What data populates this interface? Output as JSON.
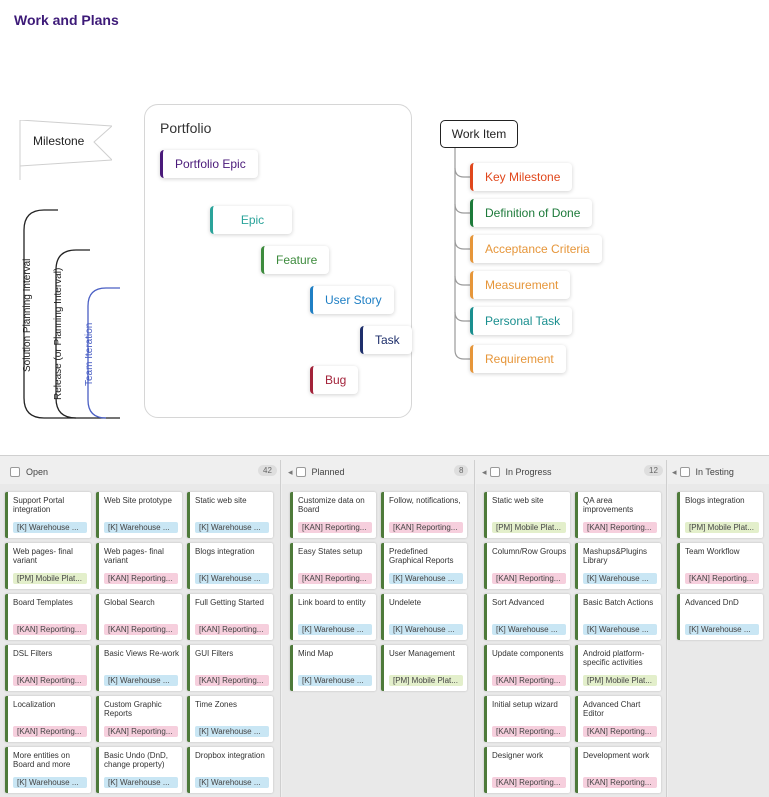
{
  "page_title": "Work and Plans",
  "milestone": "Milestone",
  "portfolio": {
    "label": "Portfolio",
    "nodes": [
      {
        "key": "portfolio_epic",
        "label": "Portfolio Epic",
        "color": "#4a1a7a"
      },
      {
        "key": "epic",
        "label": "Epic",
        "color": "#2aa39a"
      },
      {
        "key": "feature",
        "label": "Feature",
        "color": "#3d8b3d"
      },
      {
        "key": "user_story",
        "label": "User Story",
        "color": "#1f7fc4"
      },
      {
        "key": "task",
        "label": "Task",
        "color": "#1e2f6b"
      },
      {
        "key": "bug",
        "label": "Bug",
        "color": "#a3233a"
      }
    ]
  },
  "work_item": {
    "label": "Work Item",
    "children": [
      {
        "label": "Key Milestone",
        "color": "#e0471c"
      },
      {
        "label": "Definition of Done",
        "color": "#1d7a3a"
      },
      {
        "label": "Acceptance Criteria",
        "color": "#e6963a"
      },
      {
        "label": "Measurement",
        "color": "#e6963a"
      },
      {
        "label": "Personal Task",
        "color": "#1a8f8f"
      },
      {
        "label": "Requirement",
        "color": "#e6963a"
      }
    ]
  },
  "intervals": [
    {
      "label": "Solution Planning Interval",
      "color": "#222222"
    },
    {
      "label": "Release (or Planning Interval)",
      "color": "#222222"
    },
    {
      "label": "Team Iteration",
      "color": "#4a5fc4"
    }
  ],
  "board": {
    "columns": [
      {
        "name": "Open",
        "count": "42"
      },
      {
        "name": "Planned",
        "count": "8"
      },
      {
        "name": "In Progress",
        "count": "12"
      },
      {
        "name": "In Testing",
        "count": ""
      }
    ],
    "cards": [
      {
        "title": "Support Portal integration",
        "tag": "[K] Warehouse ...",
        "tag_type": "wh"
      },
      {
        "title": "Web Site prototype",
        "tag": "[K] Warehouse ...",
        "tag_type": "wh"
      },
      {
        "title": "Static web site",
        "tag": "[K] Warehouse ...",
        "tag_type": "wh"
      },
      {
        "title": "Web pages- final variant",
        "tag": "[PM] Mobile Plat...",
        "tag_type": "pm"
      },
      {
        "title": "Web pages- final variant",
        "tag": "[KAN] Reporting...",
        "tag_type": "kan"
      },
      {
        "title": "Blogs integration",
        "tag": "[K] Warehouse ...",
        "tag_type": "wh"
      },
      {
        "title": "Board Templates",
        "tag": "[KAN] Reporting...",
        "tag_type": "kan"
      },
      {
        "title": "Global Search",
        "tag": "[KAN] Reporting...",
        "tag_type": "kan"
      },
      {
        "title": "Full Getting Started",
        "tag": "[KAN] Reporting...",
        "tag_type": "kan"
      },
      {
        "title": "DSL Filters",
        "tag": "[KAN] Reporting...",
        "tag_type": "kan"
      },
      {
        "title": "Basic Views Re-work",
        "tag": "[K] Warehouse ...",
        "tag_type": "wh"
      },
      {
        "title": "GUI Filters",
        "tag": "[KAN] Reporting...",
        "tag_type": "kan"
      },
      {
        "title": "Localization",
        "tag": "[KAN] Reporting...",
        "tag_type": "kan"
      },
      {
        "title": "Custom Graphic Reports",
        "tag": "[KAN] Reporting...",
        "tag_type": "kan"
      },
      {
        "title": "Time Zones",
        "tag": "[K] Warehouse ...",
        "tag_type": "wh"
      },
      {
        "title": "More entities on Board and more",
        "tag": "[K] Warehouse ...",
        "tag_type": "wh"
      },
      {
        "title": "Basic Undo (DnD, change property)",
        "tag": "[K] Warehouse ...",
        "tag_type": "wh"
      },
      {
        "title": "Dropbox integration",
        "tag": "[K] Warehouse ...",
        "tag_type": "wh"
      },
      {
        "title": "Customize data on Board",
        "tag": "[KAN] Reporting...",
        "tag_type": "kan"
      },
      {
        "title": "Follow, notifications,",
        "tag": "[KAN] Reporting...",
        "tag_type": "kan"
      },
      {
        "title": "Easy States setup",
        "tag": "[KAN] Reporting...",
        "tag_type": "kan"
      },
      {
        "title": "Predefined Graphical Reports",
        "tag": "[K] Warehouse ...",
        "tag_type": "wh"
      },
      {
        "title": "Link board to entity",
        "tag": "[K] Warehouse ...",
        "tag_type": "wh"
      },
      {
        "title": "Undelete",
        "tag": "[K] Warehouse ...",
        "tag_type": "wh"
      },
      {
        "title": "Mind Map",
        "tag": "[K] Warehouse ...",
        "tag_type": "wh"
      },
      {
        "title": "User Management",
        "tag": "[PM] Mobile Plat...",
        "tag_type": "pm"
      },
      {
        "title": "Static web site",
        "tag": "[PM] Mobile Plat...",
        "tag_type": "pm"
      },
      {
        "title": "QA area improvements",
        "tag": "[KAN] Reporting...",
        "tag_type": "kan"
      },
      {
        "title": "Column/Row Groups",
        "tag": "[KAN] Reporting...",
        "tag_type": "kan"
      },
      {
        "title": "Mashups&Plugins Library",
        "tag": "[K] Warehouse ...",
        "tag_type": "wh"
      },
      {
        "title": "Sort Advanced",
        "tag": "[K] Warehouse ...",
        "tag_type": "wh"
      },
      {
        "title": "Basic Batch Actions",
        "tag": "[K] Warehouse ...",
        "tag_type": "wh"
      },
      {
        "title": "Update components",
        "tag": "[KAN] Reporting...",
        "tag_type": "kan"
      },
      {
        "title": "Android platform-specific activities",
        "tag": "[PM] Mobile Plat...",
        "tag_type": "pm"
      },
      {
        "title": "Initial setup wizard",
        "tag": "[KAN] Reporting...",
        "tag_type": "kan"
      },
      {
        "title": "Advanced Chart Editor",
        "tag": "[KAN] Reporting...",
        "tag_type": "kan"
      },
      {
        "title": "Designer work",
        "tag": "[KAN] Reporting...",
        "tag_type": "kan"
      },
      {
        "title": "Development work",
        "tag": "[KAN] Reporting...",
        "tag_type": "kan"
      },
      {
        "title": "Blogs integration",
        "tag": "[PM] Mobile Plat...",
        "tag_type": "pm"
      },
      {
        "title": "Team Workflow",
        "tag": "[KAN] Reporting...",
        "tag_type": "kan"
      },
      {
        "title": "Advanced DnD",
        "tag": "[K] Warehouse ...",
        "tag_type": "wh"
      }
    ]
  }
}
